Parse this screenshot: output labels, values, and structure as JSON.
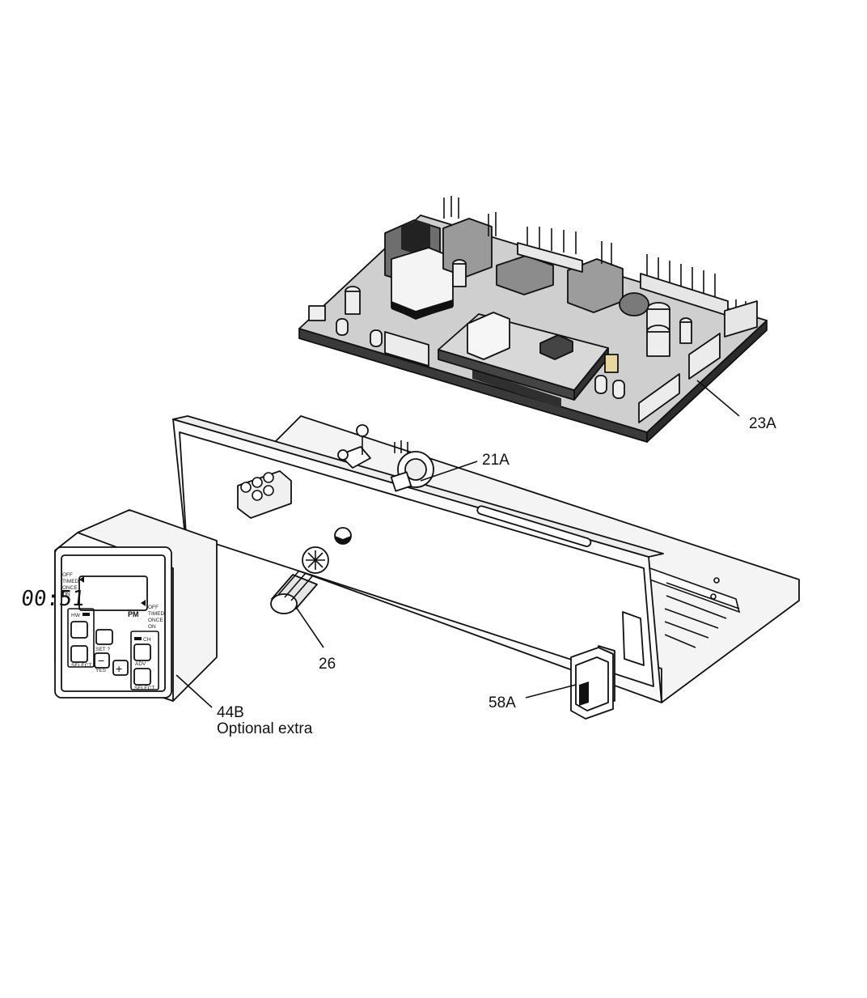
{
  "callouts": {
    "pcb": "23A",
    "potentiometer": "21A",
    "knob": "26",
    "timer": "44B",
    "timer_note": "Optional extra",
    "rocker_switch": "58A"
  },
  "timer_display": {
    "time": "00:51",
    "meridiem": "PM"
  },
  "timer_labels": {
    "left_modes": [
      "OFF",
      "TIMED",
      "ONCE",
      "ON"
    ],
    "right_modes": [
      "OFF",
      "TIMED",
      "ONCE",
      "ON"
    ],
    "hw": "HW",
    "ch": "CH",
    "set": "SET ?",
    "adv": "ADV",
    "yes": "YES",
    "select_left": "SELECT",
    "select_right": "SELECT",
    "minus": "−",
    "plus": "+"
  }
}
